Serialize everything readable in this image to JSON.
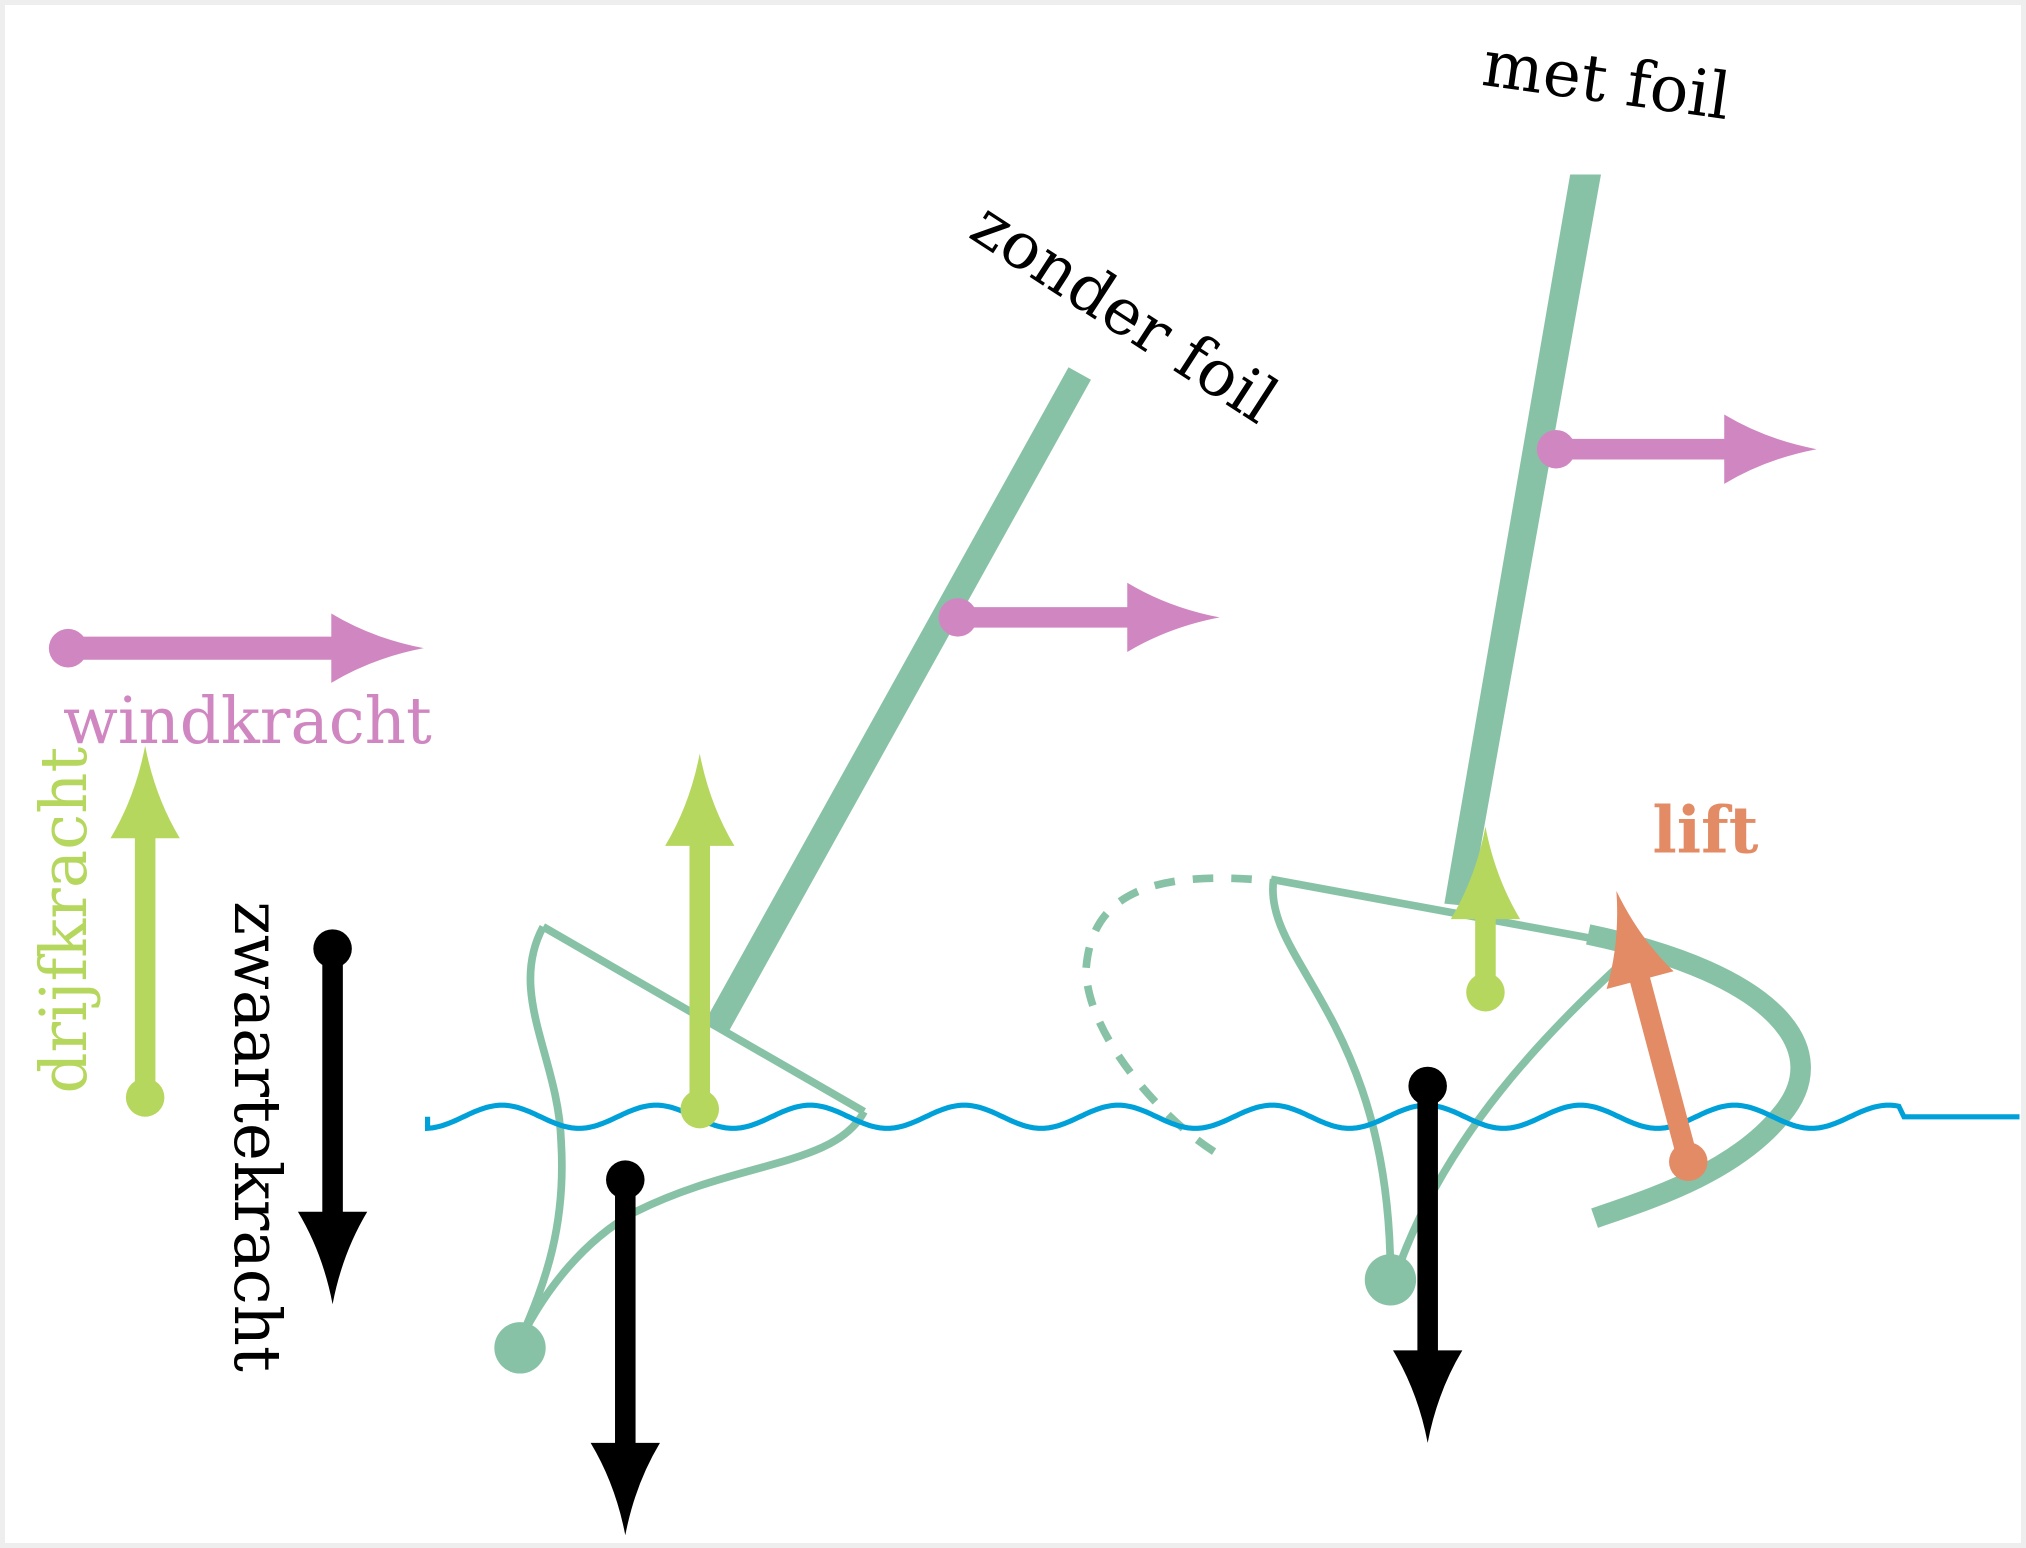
{
  "labels": {
    "windkracht": "windkracht",
    "drijfkracht": "drijfkracht",
    "zwaartekracht": "zwaartekracht",
    "zonder_foil": "zonder foil",
    "met_foil": "met foil",
    "lift": "lift"
  },
  "colors": {
    "boat": "#88c2a6",
    "wind": "#d087c1",
    "buoyancy": "#b6d75e",
    "gravity": "#000000",
    "lift": "#e28b65",
    "water": "#00a0d8"
  }
}
